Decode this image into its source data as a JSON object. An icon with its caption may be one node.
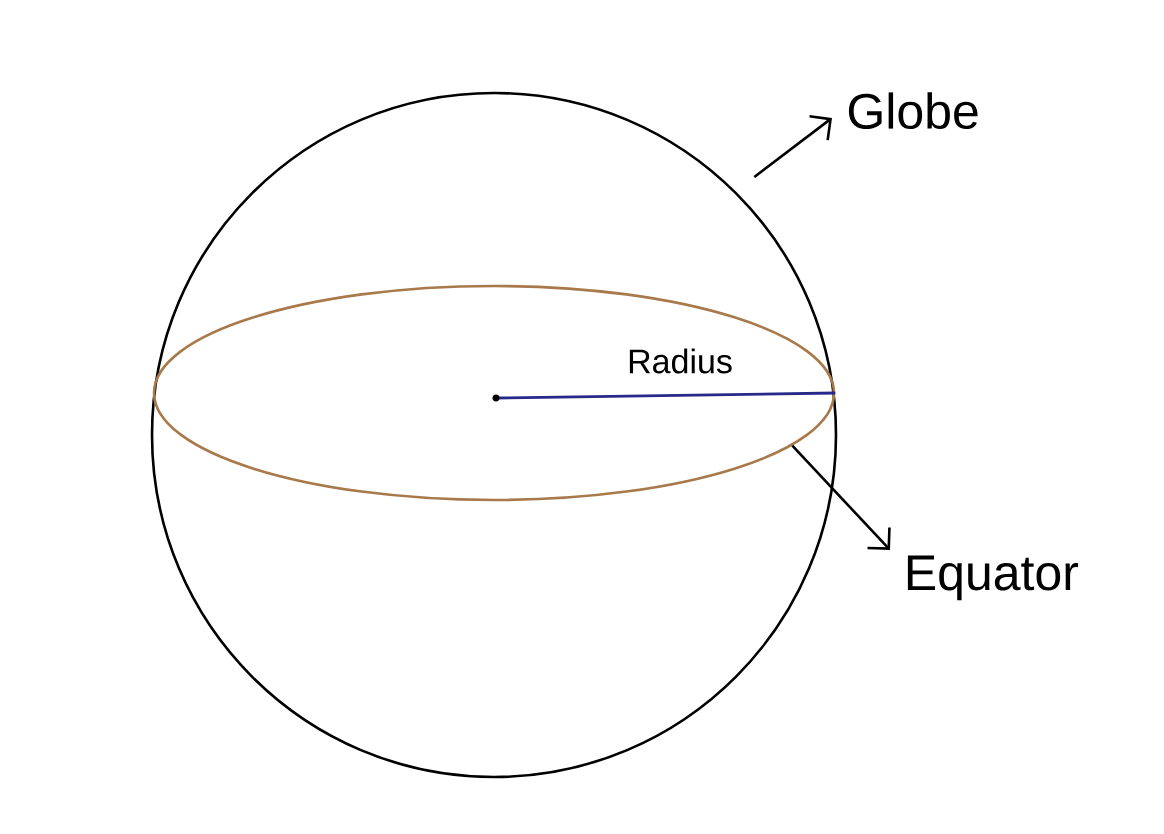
{
  "diagram": {
    "nodes": [
      {
        "text": [],
        "shape": "circle"
      },
      {
        "text": [],
        "shape": "ellipse",
        "in": 0
      },
      {
        "text": [
          "Globe"
        ]
      },
      {
        "text": [
          "Equator"
        ]
      }
    ],
    "edges": [
      {
        "from": 0,
        "to": 2,
        "arrow": "to"
      },
      {
        "from": 1,
        "to": 3,
        "arrow": "to"
      }
    ],
    "labels": [
      "Radius"
    ]
  }
}
